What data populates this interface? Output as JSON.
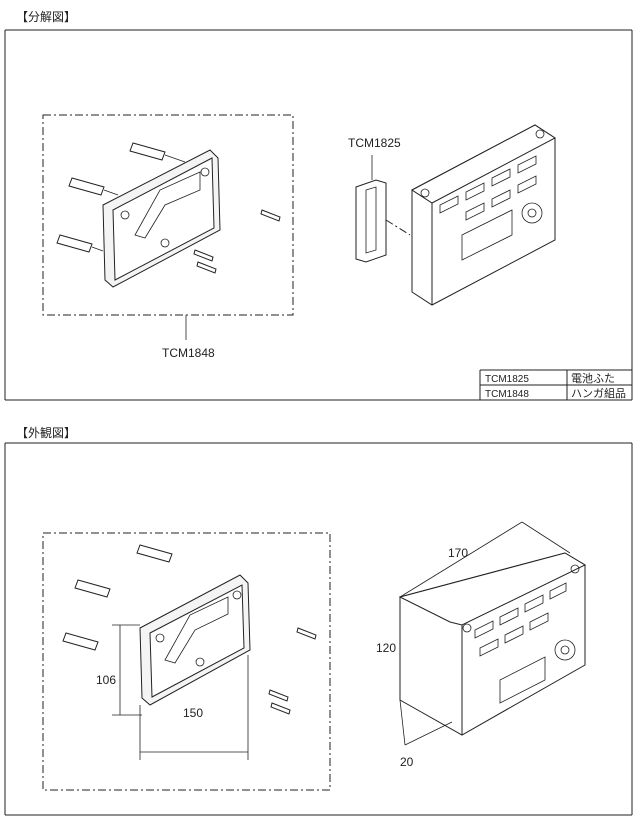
{
  "exploded": {
    "title": "【分解図】",
    "callouts": {
      "battery_cover": "TCM1825",
      "hanger": "TCM1848"
    },
    "parts_table": [
      {
        "code": "TCM1825",
        "name": "電池ふた"
      },
      {
        "code": "TCM1848",
        "name": "ハンガ組品"
      }
    ]
  },
  "exterior": {
    "title": "【外観図】",
    "dimensions": {
      "width": "170",
      "height": "120",
      "depth": "20",
      "hanger_height": "106",
      "hanger_width": "150"
    }
  }
}
